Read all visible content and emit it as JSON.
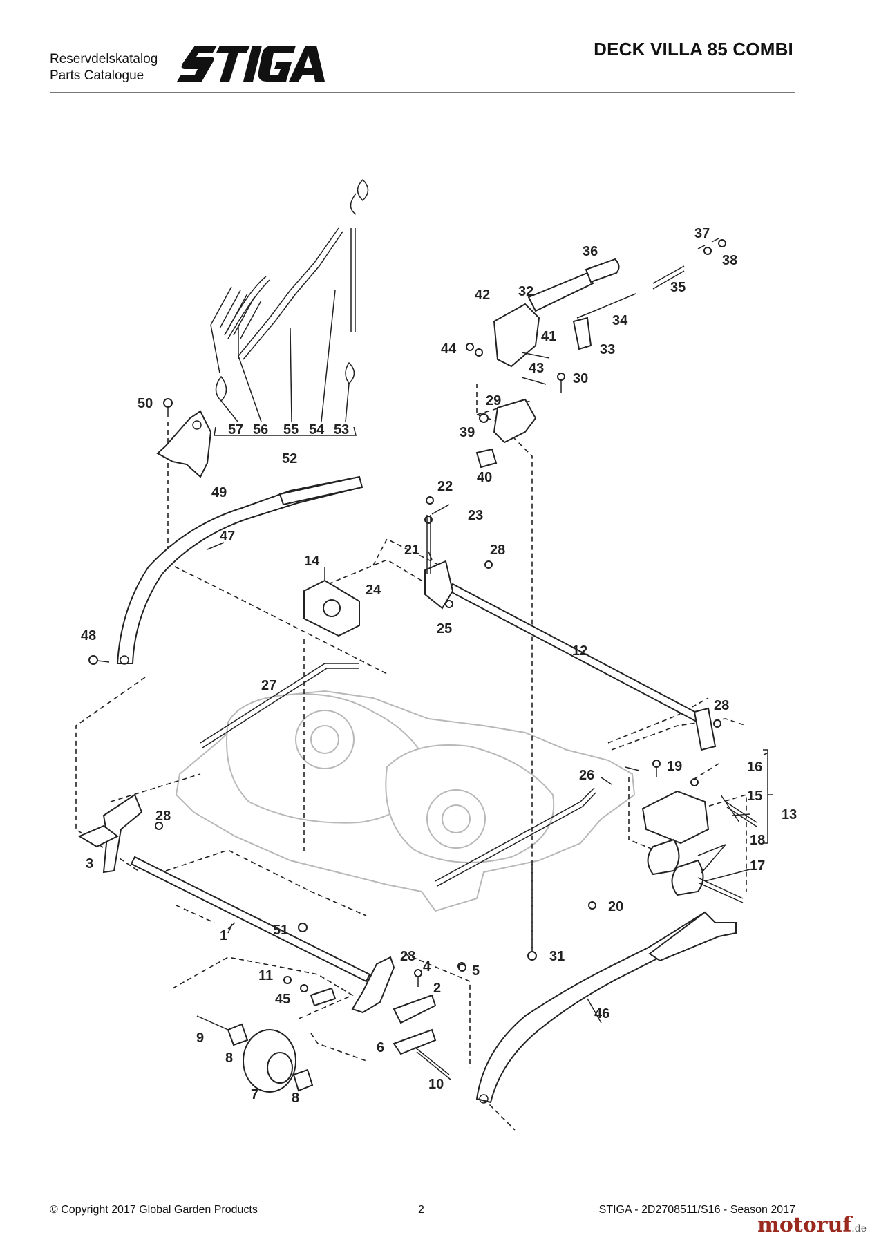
{
  "header": {
    "subtitle_line1": "Reservdelskatalog",
    "subtitle_line2": "Parts Catalogue",
    "logo_text": "STIGA",
    "title": "DECK VILLA 85 COMBI"
  },
  "footer": {
    "copyright": "© Copyright 2017 Global Garden Products",
    "page_number": "2",
    "catalog_ref": "STIGA - 2D2708511/S16 - Season 2017"
  },
  "watermark": {
    "text": "motoruf",
    "suffix": ".de"
  },
  "callouts": {
    "p1": "1",
    "p2": "2",
    "p3": "3",
    "p4": "4",
    "p5": "5",
    "p6": "6",
    "p7": "7",
    "p8": "8",
    "p9": "9",
    "p10": "10",
    "p11": "11",
    "p12": "12",
    "p13": "13",
    "p14": "14",
    "p15": "15",
    "p16": "16",
    "p17": "17",
    "p18": "18",
    "p19": "19",
    "p20": "20",
    "p21": "21",
    "p22": "22",
    "p23": "23",
    "p24": "24",
    "p25": "25",
    "p26": "26",
    "p27": "27",
    "p28": "28",
    "p29": "29",
    "p30": "30",
    "p31": "31",
    "p32": "32",
    "p33": "33",
    "p34": "34",
    "p35": "35",
    "p36": "36",
    "p37": "37",
    "p38": "38",
    "p39": "39",
    "p40": "40",
    "p41": "41",
    "p42": "42",
    "p43": "43",
    "p44": "44",
    "p45": "45",
    "p46": "46",
    "p47": "47",
    "p48": "48",
    "p49": "49",
    "p50": "50",
    "p51": "51",
    "p52": "52",
    "p53": "53",
    "p54": "54",
    "p55": "55",
    "p56": "56",
    "p57": "57"
  }
}
